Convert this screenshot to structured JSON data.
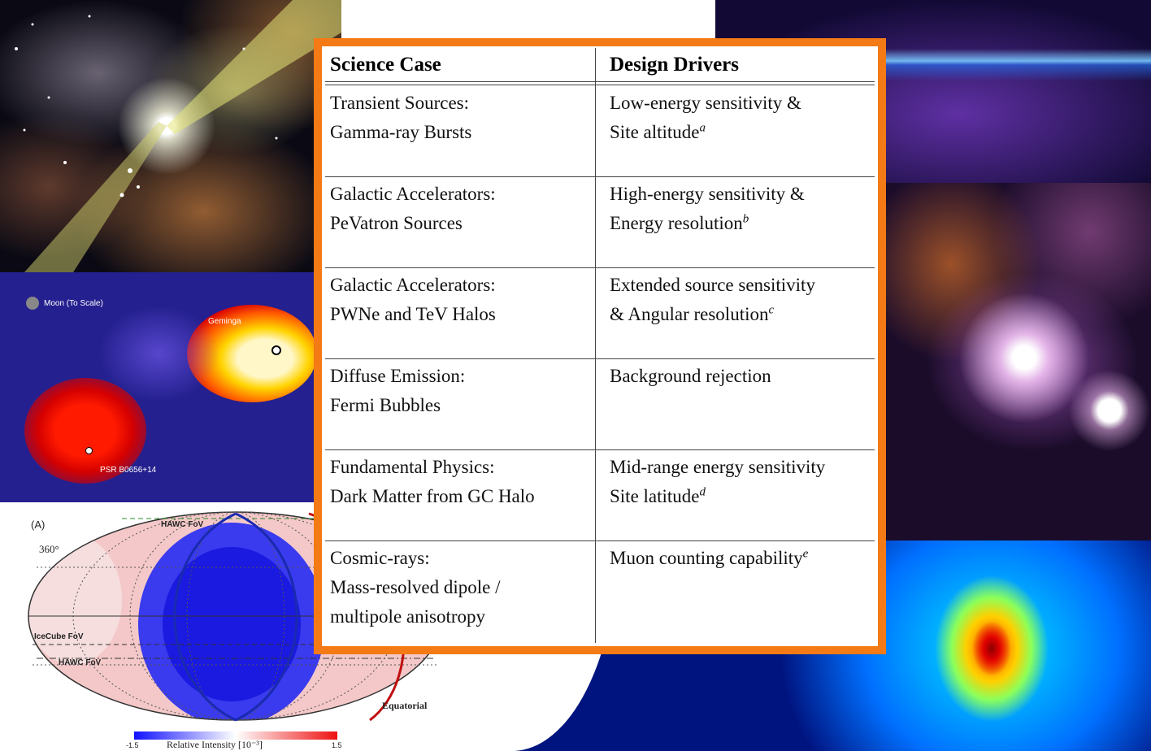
{
  "table": {
    "headers": [
      "Science Case",
      "Design Drivers"
    ],
    "rows": [
      {
        "case": [
          "Transient Sources:",
          "Gamma-ray Bursts"
        ],
        "driver": [
          "Low-energy sensitivity &",
          "Site altitude"
        ],
        "footnote": "a"
      },
      {
        "case": [
          "Galactic Accelerators:",
          "PeVatron Sources"
        ],
        "driver": [
          "High-energy sensitivity &",
          "Energy resolution"
        ],
        "footnote": "b"
      },
      {
        "case": [
          "Galactic Accelerators:",
          "PWNe and TeV Halos"
        ],
        "driver": [
          "Extended source sensitivity",
          "& Angular resolution"
        ],
        "footnote": "c"
      },
      {
        "case": [
          "Diffuse Emission:",
          "Fermi Bubbles"
        ],
        "driver": [
          "Background rejection"
        ],
        "footnote": ""
      },
      {
        "case": [
          "Fundamental Physics:",
          "Dark Matter from GC Halo"
        ],
        "driver": [
          "Mid-range energy sensitivity",
          "Site latitude"
        ],
        "footnote": "d"
      },
      {
        "case": [
          "Cosmic-rays:",
          "Mass-resolved dipole /",
          "multipole anisotropy"
        ],
        "driver": [
          "Muon counting capability"
        ],
        "footnote": "e"
      }
    ]
  },
  "geminga_map": {
    "moon_label": "Moon (To Scale)",
    "source_1": "Geminga",
    "source_2": "PSR B0656+14"
  },
  "sky_map": {
    "panel_label": "(A)",
    "ra_label": "360°",
    "hawc_fov_top": "HAWC FoV",
    "icecube_fov": "IceCube FoV",
    "hawc_fov_bottom": "HAWC FoV",
    "projection": "Equatorial",
    "colorbar_min": "-1.5",
    "colorbar_max": "1.5",
    "colorbar_label": "Relative Intensity [10⁻³]"
  },
  "colors": {
    "frame": "#f37a14"
  }
}
